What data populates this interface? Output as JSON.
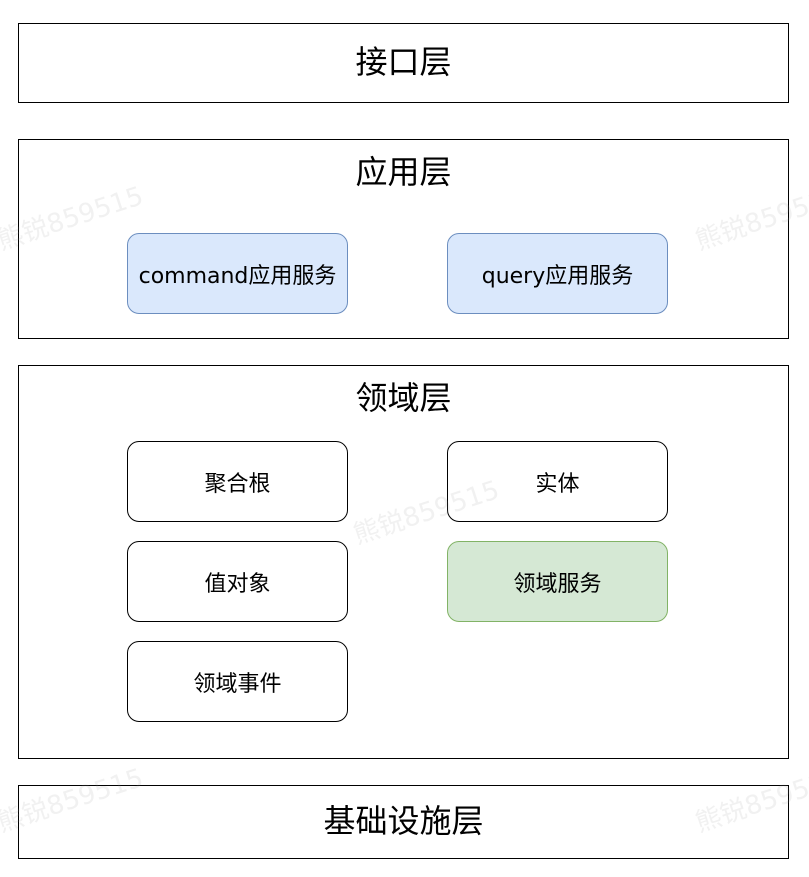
{
  "diagram": {
    "interface_layer": {
      "title": "接口层"
    },
    "application_layer": {
      "title": "应用层",
      "command_service": "command应用服务",
      "query_service": "query应用服务"
    },
    "domain_layer": {
      "title": "领域层",
      "aggregate_root": "聚合根",
      "entity": "实体",
      "value_object": "值对象",
      "domain_service": "领域服务",
      "domain_event": "领域事件"
    },
    "infrastructure_layer": {
      "title": "基础设施层"
    }
  },
  "watermark": {
    "text": "熊锐859515"
  },
  "colors": {
    "blue_fill": "#dae8fc",
    "blue_stroke": "#6c8ebf",
    "green_fill": "#d5e8d4",
    "green_stroke": "#82b366"
  }
}
